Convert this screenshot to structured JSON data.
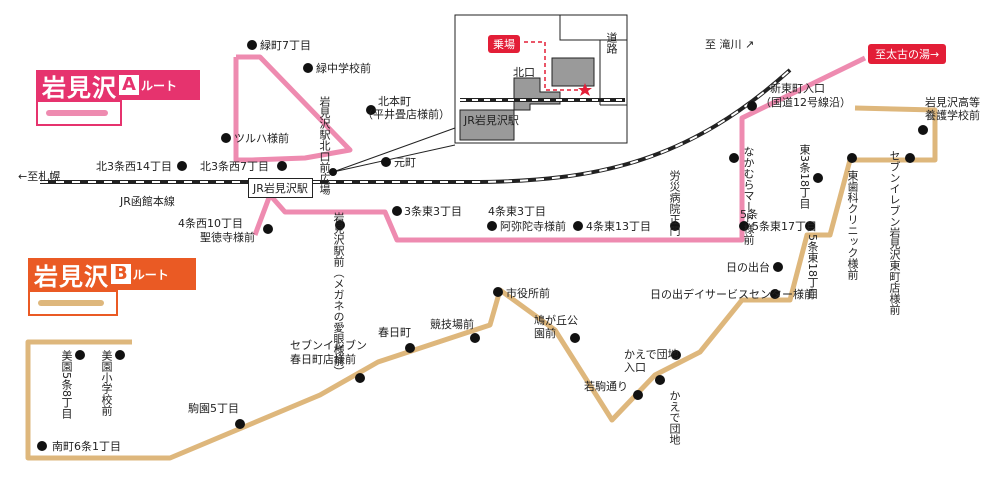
{
  "colors": {
    "route_a": "#ee8bb0",
    "route_b": "#deb77c",
    "rail": "#222222",
    "accent_a": "#e6336e",
    "accent_b": "#ea5a24",
    "red": "#e31e37"
  },
  "routes": {
    "a": {
      "name": "岩見沢",
      "letter": "A",
      "suffix": "ルート"
    },
    "b": {
      "name": "岩見沢",
      "letter": "B",
      "suffix": "ルート"
    }
  },
  "directions": {
    "sapporo": "←至札幌",
    "takikawa": "至 滝川 ↗",
    "futoko": "至太古の湯→"
  },
  "rail": {
    "line_name": "JR函館本線",
    "station": "JR岩見沢駅"
  },
  "inset": {
    "road": "道路",
    "boarding": "乗場",
    "north_exit": "北口",
    "station": "JR岩見沢駅"
  },
  "stops_a": {
    "midorimachi7": "緑町7丁目",
    "midori_jh": "緑中学校前",
    "tsuruha": "ツルハ様前",
    "kita3nishi14": "北3条西14丁目",
    "kita3nishi7": "北3条西7丁目",
    "kitahonmachi_1": "北本町",
    "kitahonmachi_2": "（平井畳店様前）",
    "ekimae_n": "岩見沢駅北口前広場",
    "motomachi": "元町",
    "nishi10": "4条西10丁目",
    "seitokuji": "聖徳寺様前",
    "megane": "岩見沢駅前（メガネの愛眼様前）",
    "sanjo_higashi3": "3条東3丁目",
    "yonjo_higashi3": "4条東3丁目",
    "amidaji": "阿弥陀寺様前",
    "yonjo_higashi13": "4条東13丁目",
    "rosai": "労災病院正門",
    "gojo_higashi17": "5条東17丁目",
    "nakamura": "なかむらマート様前",
    "shintomi_1": "新東町入口",
    "shintomi_2": "（国道12号線沿）"
  },
  "stops_b": {
    "koko": "岩見沢高等養護学校前",
    "higashi18_3": "東3条18丁目",
    "shika": "東歯科クリニック様前",
    "seven_higashi": "セブンイレブン岩見沢東町店様前",
    "gojo_higashi18": "5条東18丁目",
    "hinode": "日の出台",
    "hinode_day": "日の出デイサービスセンター様前",
    "kaede_iriguchi": "かえで団地入口",
    "kaede_danchi": "かえで団地",
    "wakakoma": "若駒通り",
    "hatogaoka": "鳩が丘公園前",
    "shiyakusho": "市役所前",
    "kyogijo": "競技場前",
    "kasugacho": "春日町",
    "seven_kasuga_1": "セブンイレブン",
    "seven_kasuga_2": "春日町店様前",
    "komazono": "駒園5丁目",
    "minamicho": "南町6条1丁目",
    "mizono8": "美園5条8丁目",
    "mizono_es": "美園小学校前"
  }
}
